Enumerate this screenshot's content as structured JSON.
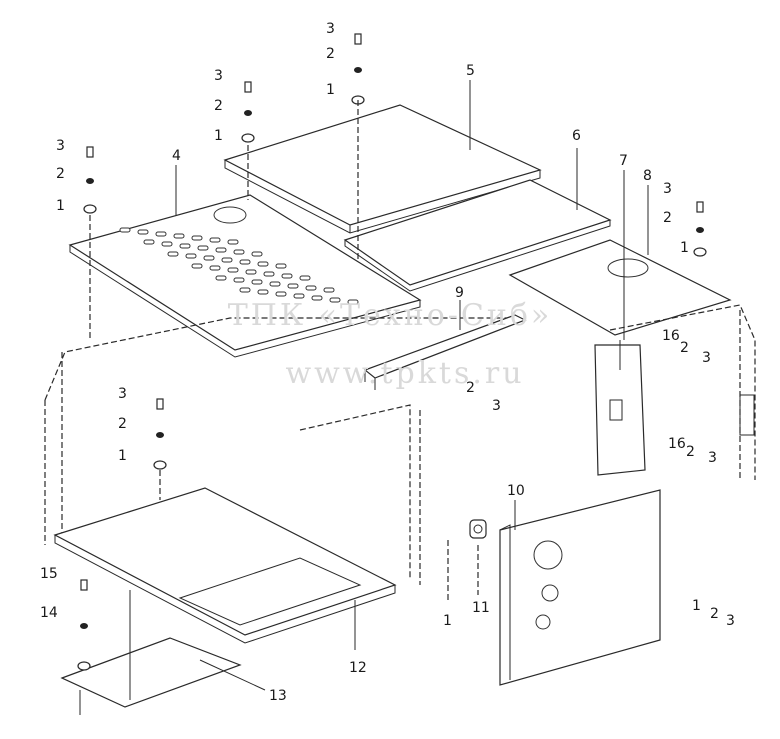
{
  "watermark": {
    "line1": "ТПК «Техно-Сиб»",
    "line2": "www.tpkts.ru"
  },
  "callouts": [
    {
      "id": "a1",
      "text": "3"
    },
    {
      "id": "a2",
      "text": "2"
    },
    {
      "id": "a3",
      "text": "1"
    },
    {
      "id": "b1",
      "text": "3"
    },
    {
      "id": "b2",
      "text": "2"
    },
    {
      "id": "b3",
      "text": "1"
    },
    {
      "id": "c1",
      "text": "3"
    },
    {
      "id": "c2",
      "text": "2"
    },
    {
      "id": "c3",
      "text": "1"
    },
    {
      "id": "p4",
      "text": "4"
    },
    {
      "id": "p5",
      "text": "5"
    },
    {
      "id": "p6",
      "text": "6"
    },
    {
      "id": "p7",
      "text": "7"
    },
    {
      "id": "p8",
      "text": "8"
    },
    {
      "id": "p9",
      "text": "9"
    },
    {
      "id": "d1",
      "text": "3"
    },
    {
      "id": "d2",
      "text": "2"
    },
    {
      "id": "d3",
      "text": "1"
    },
    {
      "id": "e1",
      "text": "16"
    },
    {
      "id": "e2",
      "text": "2"
    },
    {
      "id": "e3",
      "text": "3"
    },
    {
      "id": "f1",
      "text": "16"
    },
    {
      "id": "f2",
      "text": "2"
    },
    {
      "id": "f3",
      "text": "3"
    },
    {
      "id": "g1",
      "text": "3"
    },
    {
      "id": "g2",
      "text": "2"
    },
    {
      "id": "g3",
      "text": "1"
    },
    {
      "id": "h1",
      "text": "2"
    },
    {
      "id": "h2",
      "text": "3"
    },
    {
      "id": "p10",
      "text": "10"
    },
    {
      "id": "p11",
      "text": "11"
    },
    {
      "id": "p12",
      "text": "12"
    },
    {
      "id": "p13",
      "text": "13"
    },
    {
      "id": "p14",
      "text": "14"
    },
    {
      "id": "p15",
      "text": "15"
    },
    {
      "id": "i1",
      "text": "1"
    },
    {
      "id": "j1",
      "text": "1"
    },
    {
      "id": "j2",
      "text": "2"
    },
    {
      "id": "j3",
      "text": "3"
    }
  ]
}
